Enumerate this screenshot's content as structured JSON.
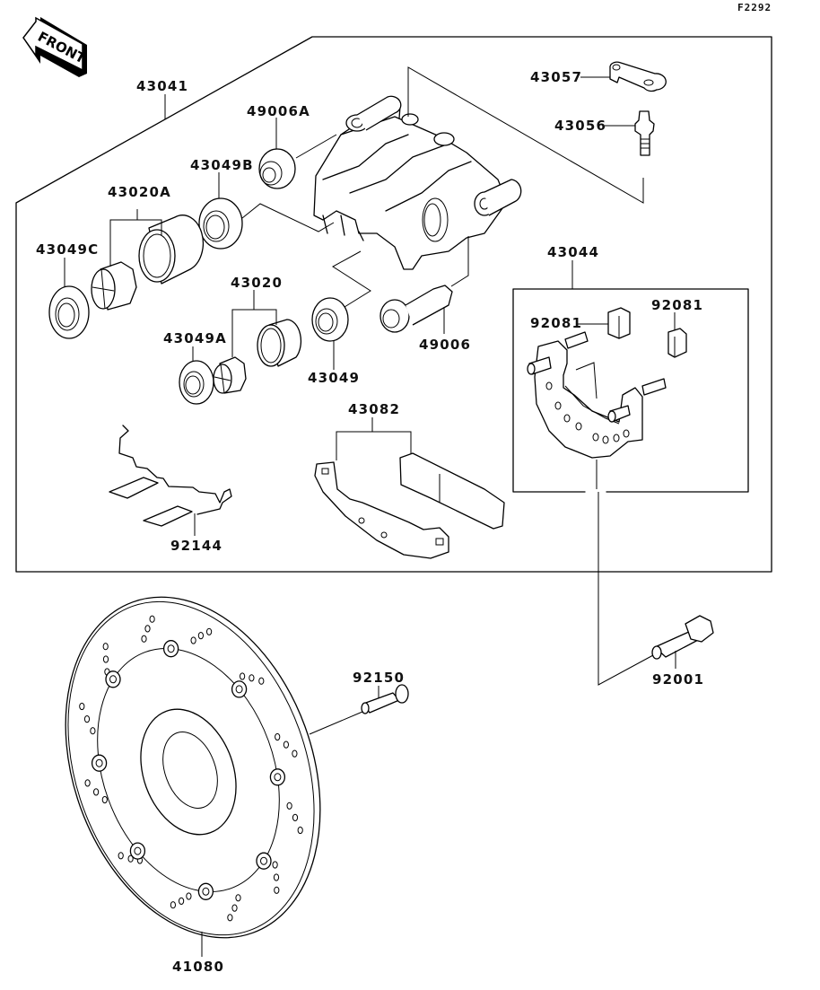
{
  "diagram": {
    "title": "Front Brake",
    "figure_code": "F2292",
    "direction_indicator": {
      "icon": "front-arrow-icon",
      "label": "FRONT"
    },
    "colors": {
      "line": "#000000",
      "background": "#ffffff"
    },
    "callouts": {
      "caliper_assembly": "43041",
      "seal_49006a": "49006A",
      "seal_43049b": "43049B",
      "piston_43020a": "43020A",
      "seal_43049c": "43049C",
      "piston_43020": "43020",
      "seal_43049a": "43049A",
      "seal_43049": "43049",
      "bleeder_cap": "43057",
      "bleeder_valve": "43056",
      "bracket_assembly": "43044",
      "boot_left": "92081",
      "boot_right": "92081",
      "pin_49006": "49006",
      "pad_set": "43082",
      "spring_92144": "92144",
      "bolt_92150": "92150",
      "bolt_92001": "92001",
      "disc": "41080"
    }
  }
}
